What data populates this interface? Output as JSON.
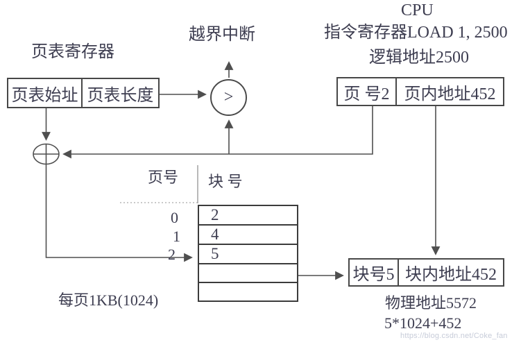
{
  "colors": {
    "text": "#3d3d50",
    "line": "#4f4f4f",
    "border": "#474747",
    "watermark": "#c7ccd9"
  },
  "page_table_register": {
    "title": "页表寄存器",
    "start": "页表始址",
    "length": "页表长度"
  },
  "comparator": {
    "symbol": ">",
    "interrupt": "越界中断"
  },
  "cpu": {
    "title": "CPU",
    "instruction": "指令寄存器LOAD 1, 2500",
    "logical_address": "逻辑地址2500",
    "page_no": "页 号2",
    "page_offset": "页内地址452"
  },
  "page_table": {
    "page_header": "页号",
    "block_header": "块 号",
    "rows": [
      {
        "page": "0",
        "block": "2"
      },
      {
        "page": "1",
        "block": "4"
      },
      {
        "page": "2",
        "block": "5"
      },
      {
        "page": "",
        "block": ""
      },
      {
        "page": "",
        "block": ""
      }
    ],
    "page_size": "每页1KB(1024)"
  },
  "physical": {
    "block_no": "块号5",
    "block_offset": "块内地址452",
    "address": "物理地址5572",
    "formula": "5*1024+452"
  },
  "watermark": "https://blog.csdn.net/Coke_fan"
}
